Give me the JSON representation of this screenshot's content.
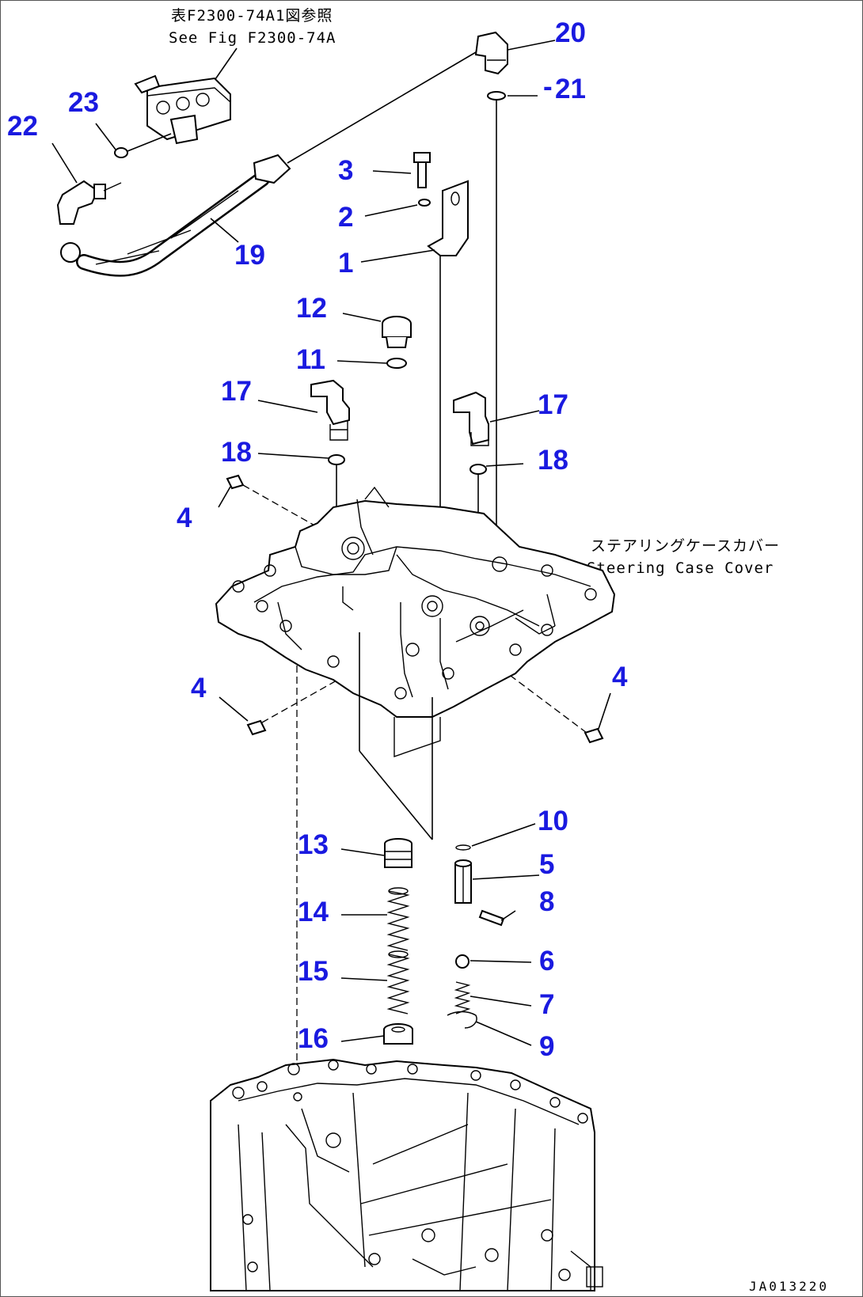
{
  "drawing_code": "JA013220",
  "notes": {
    "ref_jp": "表F2300-74A1図参照",
    "ref_en": "See Fig F2300-74A",
    "cover_jp": "ステアリングケースカバー",
    "cover_en": "Steering Case Cover"
  },
  "callouts": [
    "1",
    "2",
    "3",
    "4",
    "5",
    "6",
    "7",
    "8",
    "9",
    "10",
    "11",
    "12",
    "13",
    "14",
    "15",
    "16",
    "17",
    "18",
    "19",
    "20",
    "21",
    "22",
    "23"
  ],
  "colors": {
    "callout": "#1a1ae0",
    "line": "#000000"
  }
}
